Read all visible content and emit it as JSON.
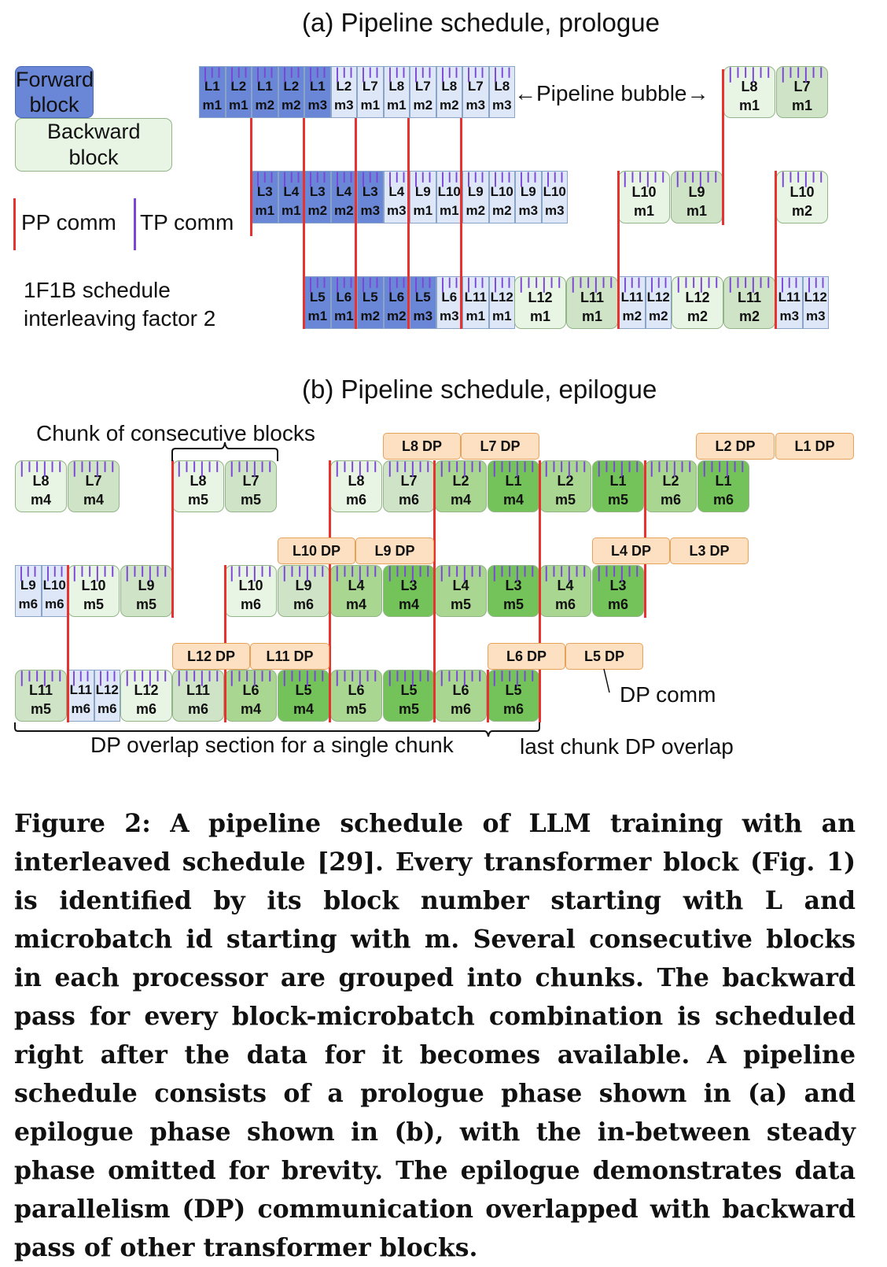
{
  "titles": {
    "prologue": "(a) Pipeline schedule, prologue",
    "epilogue": "(b) Pipeline schedule, epilogue"
  },
  "legend": {
    "forward": "Forward block",
    "backward": "Backward block",
    "pp": "PP comm",
    "tp": "TP comm",
    "schedule_line1": "1F1B schedule",
    "schedule_line2": "interleaving factor 2"
  },
  "annotations": {
    "bubble": "←Pipeline bubble→",
    "chunk": "Chunk of consecutive blocks",
    "dp_comm": "DP comm",
    "dp_overlap": "DP overlap section for a single chunk",
    "last_chunk": "last chunk DP overlap"
  },
  "colors": {
    "fwd_dark": "#6a86d6",
    "fwd_light": "#dde7f7",
    "bwd_light": "#e9f5e4",
    "bwd_mid": "#cfe4c7",
    "bwd_green": "#a9d690",
    "bwd_dark": "#74c35a",
    "pp": "#e8322f",
    "tp": "#7b45d8",
    "dp_fill": "#fde0c2"
  },
  "blocks": [
    {
      "l": "L1",
      "m": "m1",
      "c": "fd"
    },
    {
      "l": "L2",
      "m": "m1",
      "c": "fd"
    },
    {
      "l": "L1",
      "m": "m2",
      "c": "fd"
    },
    {
      "l": "L2",
      "m": "m2",
      "c": "fd"
    },
    {
      "l": "L1",
      "m": "m3",
      "c": "fd"
    },
    {
      "l": "L2",
      "m": "m3",
      "c": "fl"
    },
    {
      "l": "L7",
      "m": "m1",
      "c": "fl"
    },
    {
      "l": "L8",
      "m": "m1",
      "c": "fl"
    },
    {
      "l": "L7",
      "m": "m2",
      "c": "fl"
    },
    {
      "l": "L8",
      "m": "m2",
      "c": "fl"
    },
    {
      "l": "L7",
      "m": "m3",
      "c": "fl"
    },
    {
      "l": "L8",
      "m": "m3",
      "c": "fl"
    },
    {
      "l": "L8",
      "m": "m1",
      "c": "bl"
    },
    {
      "l": "L7",
      "m": "m1",
      "c": "bm"
    },
    {
      "l": "L3",
      "m": "m1",
      "c": "fd"
    },
    {
      "l": "L4",
      "m": "m1",
      "c": "fd"
    },
    {
      "l": "L3",
      "m": "m2",
      "c": "fd"
    },
    {
      "l": "L4",
      "m": "m2",
      "c": "fd"
    },
    {
      "l": "L3",
      "m": "m3",
      "c": "fd"
    },
    {
      "l": "L4",
      "m": "m3",
      "c": "fl"
    },
    {
      "l": "L9",
      "m": "m1",
      "c": "fl"
    },
    {
      "l": "L10",
      "m": "m1",
      "c": "fl"
    },
    {
      "l": "L9",
      "m": "m2",
      "c": "fl"
    },
    {
      "l": "L10",
      "m": "m2",
      "c": "fl"
    },
    {
      "l": "L9",
      "m": "m3",
      "c": "fl"
    },
    {
      "l": "L10",
      "m": "m3",
      "c": "fl"
    },
    {
      "l": "L10",
      "m": "m1",
      "c": "bl"
    },
    {
      "l": "L9",
      "m": "m1",
      "c": "bm"
    },
    {
      "l": "L10",
      "m": "m2",
      "c": "bl"
    },
    {
      "l": "L5",
      "m": "m1",
      "c": "fd"
    },
    {
      "l": "L6",
      "m": "m1",
      "c": "fd"
    },
    {
      "l": "L5",
      "m": "m2",
      "c": "fd"
    },
    {
      "l": "L6",
      "m": "m2",
      "c": "fd"
    },
    {
      "l": "L5",
      "m": "m3",
      "c": "fd"
    },
    {
      "l": "L6",
      "m": "m3",
      "c": "fl"
    },
    {
      "l": "L11",
      "m": "m1",
      "c": "fl"
    },
    {
      "l": "L12",
      "m": "m1",
      "c": "fl"
    },
    {
      "l": "L12",
      "m": "m1",
      "c": "bl"
    },
    {
      "l": "L11",
      "m": "m1",
      "c": "bm"
    },
    {
      "l": "L11",
      "m": "m2",
      "c": "fl"
    },
    {
      "l": "L12",
      "m": "m2",
      "c": "fl"
    },
    {
      "l": "L12",
      "m": "m2",
      "c": "bl"
    },
    {
      "l": "L11",
      "m": "m2",
      "c": "bm"
    },
    {
      "l": "L11",
      "m": "m3",
      "c": "fl"
    },
    {
      "l": "L12",
      "m": "m3",
      "c": "fl"
    },
    {
      "l": "L8",
      "m": "m4",
      "c": "bl"
    },
    {
      "l": "L7",
      "m": "m4",
      "c": "bm"
    },
    {
      "l": "L8",
      "m": "m5",
      "c": "bl"
    },
    {
      "l": "L7",
      "m": "m5",
      "c": "bm"
    },
    {
      "l": "L8",
      "m": "m6",
      "c": "bl"
    },
    {
      "l": "L7",
      "m": "m6",
      "c": "bm"
    },
    {
      "l": "L2",
      "m": "m4",
      "c": "bg"
    },
    {
      "l": "L1",
      "m": "m4",
      "c": "bd"
    },
    {
      "l": "L2",
      "m": "m5",
      "c": "bg"
    },
    {
      "l": "L1",
      "m": "m5",
      "c": "bd"
    },
    {
      "l": "L2",
      "m": "m6",
      "c": "bg"
    },
    {
      "l": "L1",
      "m": "m6",
      "c": "bd"
    },
    {
      "l": "L9",
      "m": "m6",
      "c": "fl"
    },
    {
      "l": "L10",
      "m": "m6",
      "c": "fl"
    },
    {
      "l": "L10",
      "m": "m5",
      "c": "bl"
    },
    {
      "l": "L9",
      "m": "m5",
      "c": "bm"
    },
    {
      "l": "L10",
      "m": "m6",
      "c": "bl"
    },
    {
      "l": "L9",
      "m": "m6",
      "c": "bm"
    },
    {
      "l": "L4",
      "m": "m4",
      "c": "bg"
    },
    {
      "l": "L3",
      "m": "m4",
      "c": "bd"
    },
    {
      "l": "L4",
      "m": "m5",
      "c": "bg"
    },
    {
      "l": "L3",
      "m": "m5",
      "c": "bd"
    },
    {
      "l": "L4",
      "m": "m6",
      "c": "bg"
    },
    {
      "l": "L3",
      "m": "m6",
      "c": "bd"
    },
    {
      "l": "L11",
      "m": "m5",
      "c": "bm"
    },
    {
      "l": "L11",
      "m": "m6",
      "c": "fl"
    },
    {
      "l": "L12",
      "m": "m6",
      "c": "fl"
    },
    {
      "l": "L12",
      "m": "m6",
      "c": "bl"
    },
    {
      "l": "L11",
      "m": "m6",
      "c": "bm"
    },
    {
      "l": "L6",
      "m": "m4",
      "c": "bg"
    },
    {
      "l": "L5",
      "m": "m4",
      "c": "bd"
    },
    {
      "l": "L6",
      "m": "m5",
      "c": "bg"
    },
    {
      "l": "L5",
      "m": "m5",
      "c": "bd"
    },
    {
      "l": "L6",
      "m": "m6",
      "c": "bg"
    },
    {
      "l": "L5",
      "m": "m6",
      "c": "bd"
    }
  ],
  "dp_boxes": [
    "L8 DP",
    "L7 DP",
    "L2 DP",
    "L1 DP",
    "L10 DP",
    "L9 DP",
    "L4 DP",
    "L3 DP",
    "L12 DP",
    "L11 DP",
    "L6 DP",
    "L5 DP"
  ],
  "caption": "Figure 2: A pipeline schedule of LLM training with an interleaved schedule [29]. Every transformer block (Fig. 1) is identified by its block number starting with L and microbatch id starting with m. Several consecutive blocks in each processor are grouped into chunks. The backward pass for every block-microbatch combination is scheduled right after the data for it becomes available. A pipeline schedule consists of a prologue phase shown in (a) and epilogue phase shown in (b), with the in-between steady phase omitted for brevity. The epilogue demonstrates data parallelism (DP) communication overlapped with backward pass of other transformer blocks."
}
